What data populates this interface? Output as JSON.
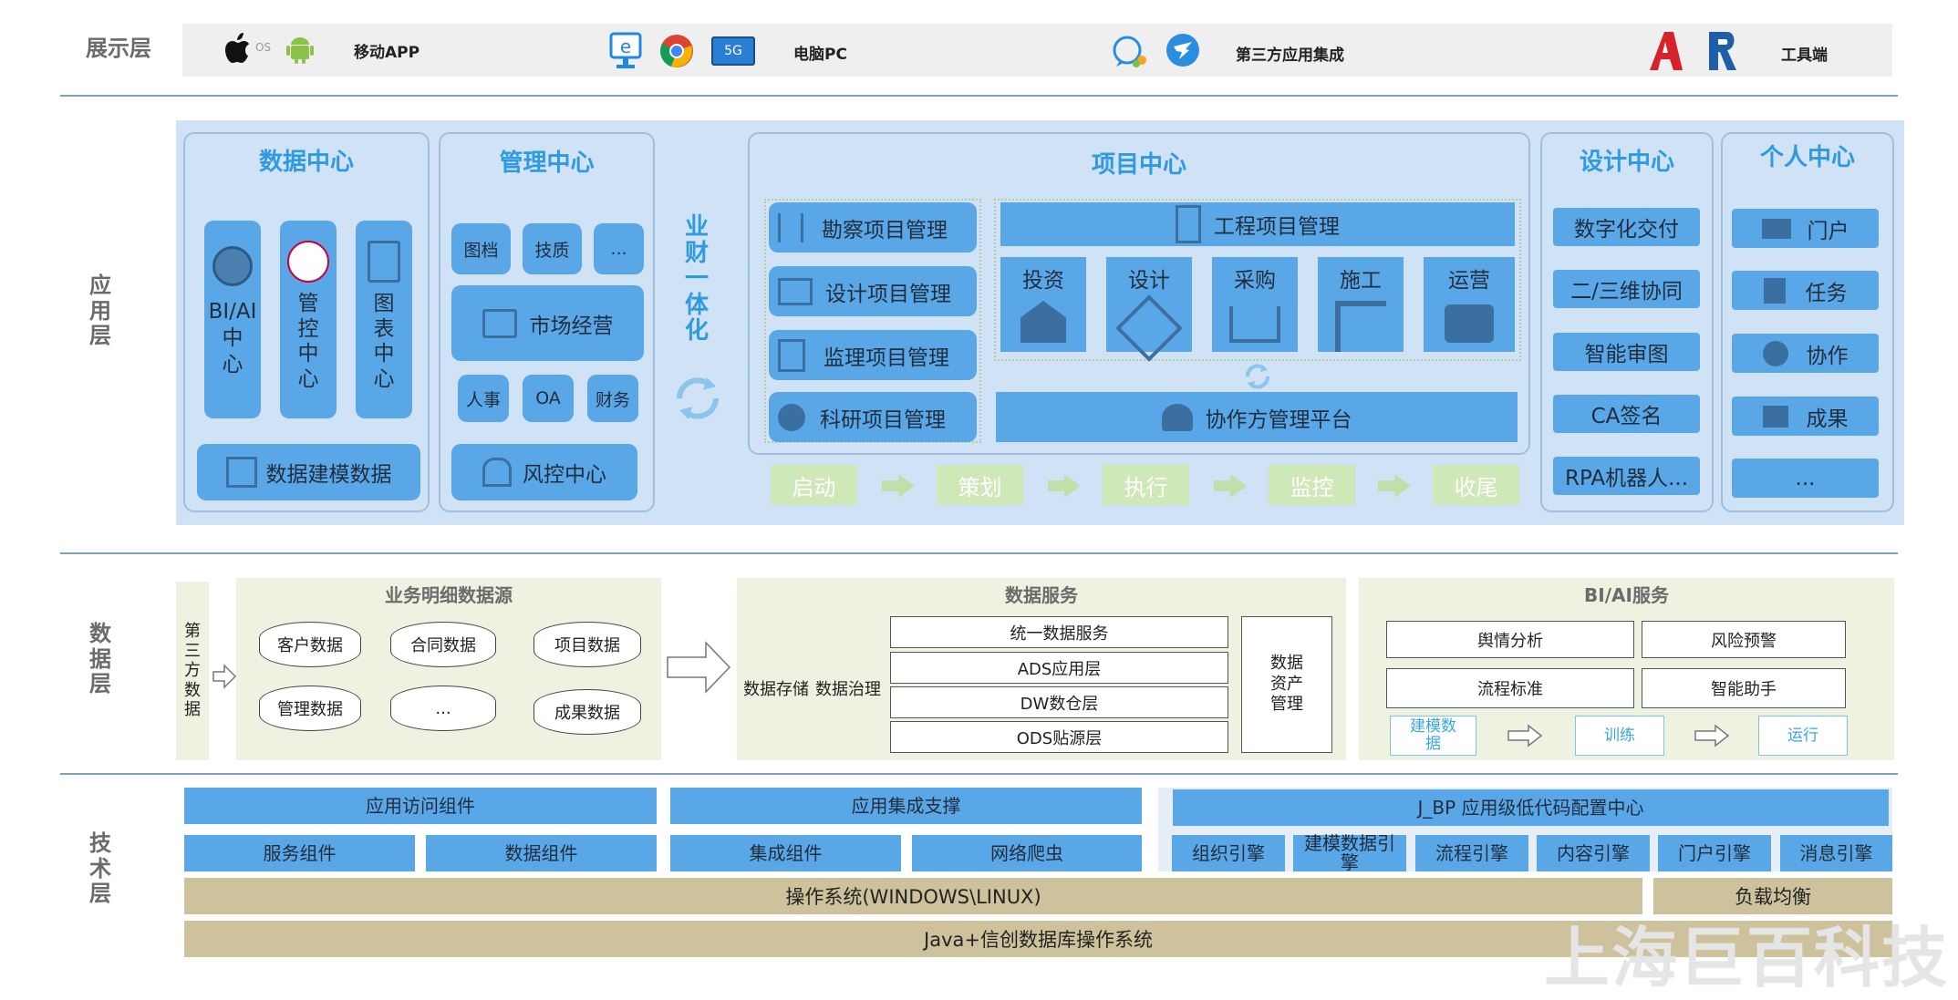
{
  "layers": {
    "display": "展示层",
    "app": "应\n用\n层",
    "data": "数\n据\n层",
    "tech": "技\n术\n层"
  },
  "display_bar": {
    "mobile": "移动APP",
    "pc": "电脑PC",
    "third": "第三方应用集成",
    "tools": "工具端",
    "ios_text": "OS",
    "fiveg": "5G"
  },
  "data_center": {
    "title": "数据中心",
    "bi": "BI/AI\n中\n心",
    "control": "管\n控\n中\n心",
    "chart": "图\n表\n中\n心",
    "modeling": "数据建模数据"
  },
  "mgmt_center": {
    "title": "管理中心",
    "items": [
      "图档",
      "技质",
      "..."
    ],
    "market": "市场经营",
    "hr": "人事",
    "oa": "OA",
    "finance": "财务",
    "risk": "风控中心"
  },
  "integration": "业\n财\n一\n体\n化",
  "project_center": {
    "title": "项目中心",
    "left_items": [
      "勘察项目管理",
      "设计项目管理",
      "监理项目管理",
      "科研项目管理"
    ],
    "engineering": "工程项目管理",
    "eng_items": [
      "投资",
      "设计",
      "采购",
      "施工",
      "运营"
    ],
    "collab": "协作方管理平台",
    "flow": [
      "启动",
      "策划",
      "执行",
      "监控",
      "收尾"
    ]
  },
  "design_center": {
    "title": "设计中心",
    "items": [
      "数字化交付",
      "二/三维协同",
      "智能审图",
      "CA签名",
      "RPA机器人..."
    ]
  },
  "personal_center": {
    "title": "个人中心",
    "items": [
      "门户",
      "任务",
      "协作",
      "成果",
      "..."
    ]
  },
  "data_layer": {
    "third_party": "第\n三\n方\n数\n据",
    "detail_title": "业务明细数据源",
    "detail_items": [
      "客户数据",
      "合同数据",
      "项目数据",
      "管理数据",
      "...",
      "成果数据"
    ],
    "service_title": "数据服务",
    "storage": "数据存储",
    "governance": "数据治理",
    "stack": [
      "统一数据服务",
      "ADS应用层",
      "DW数仓层",
      "ODS贴源层"
    ],
    "asset": "数据\n资产\n管理",
    "bi_title": "BI/AI服务",
    "bi_items": [
      "舆情分析",
      "风险预警",
      "流程标准",
      "智能助手"
    ],
    "bi_flow": [
      "建模数\n据",
      "训练",
      "运行"
    ]
  },
  "tech_layer": {
    "app_access": "应用访问组件",
    "app_integration": "应用集成支撑",
    "lowcode": "J_BP 应用级低代码配置中心",
    "service": "服务组件",
    "data": "数据组件",
    "integ": "集成组件",
    "crawler": "网络爬虫",
    "engines": [
      "组织引擎",
      "建模数据引\n擎",
      "流程引擎",
      "内容引擎",
      "门户引擎",
      "消息引擎"
    ],
    "os": "操作系统(WINDOWS\\LINUX)",
    "lb": "负载均衡",
    "db": "Java+信创数据库操作系统"
  },
  "watermark": "上海巨百科技"
}
